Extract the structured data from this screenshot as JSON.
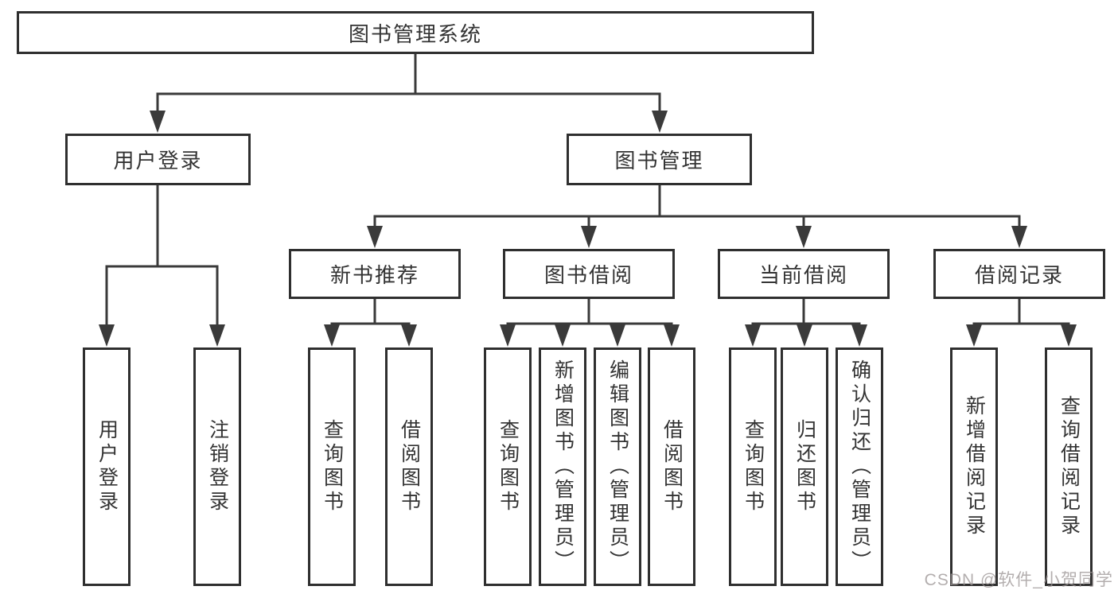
{
  "diagram": {
    "root": {
      "label": "图书管理系统"
    },
    "level2": [
      {
        "label": "用户登录"
      },
      {
        "label": "图书管理"
      }
    ],
    "level3": [
      {
        "label": "新书推荐"
      },
      {
        "label": "图书借阅"
      },
      {
        "label": "当前借阅"
      },
      {
        "label": "借阅记录"
      }
    ],
    "leaves": [
      {
        "label": "用户登录"
      },
      {
        "label": "注销登录"
      },
      {
        "label": "查询图书"
      },
      {
        "label": "借阅图书"
      },
      {
        "label": "查询图书"
      },
      {
        "label": "新增图书（管理员）"
      },
      {
        "label": "编辑图书（管理员）"
      },
      {
        "label": "借阅图书"
      },
      {
        "label": "查询图书"
      },
      {
        "label": "归还图书"
      },
      {
        "label": "确认归还（管理员）"
      },
      {
        "label": "新增借阅记录"
      },
      {
        "label": "查询借阅记录"
      }
    ]
  },
  "watermark": {
    "text": "CSDN @软件_小贺同学"
  },
  "colors": {
    "line": "#3a3a3a",
    "border": "#2f2f2f",
    "text": "#333333",
    "background": "#ffffff"
  }
}
